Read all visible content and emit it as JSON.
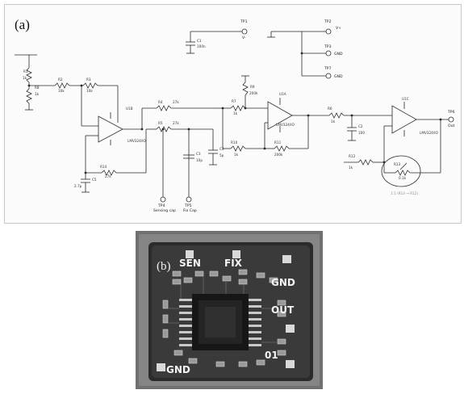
{
  "panel_a": {
    "label": "(a)",
    "test_points": [
      {
        "id": "TP1",
        "name": "V-"
      },
      {
        "id": "TP2",
        "name": "V+"
      },
      {
        "id": "TP3",
        "name": "GND"
      },
      {
        "id": "TP7",
        "name": "GND"
      },
      {
        "id": "TP4",
        "name": "Sensing cap"
      },
      {
        "id": "TP5",
        "name": "Fix Cap"
      },
      {
        "id": "TP6",
        "name": "Out"
      }
    ],
    "opamps": [
      {
        "ref": "U1B",
        "part": "LMV324/IO"
      },
      {
        "ref": "U1A",
        "part": "LMV324/IO"
      },
      {
        "ref": "U1C",
        "part": "LMV324/IO"
      }
    ],
    "resistors": [
      {
        "ref": "R1",
        "value": "1k"
      },
      {
        "ref": "R2",
        "value": "10k"
      },
      {
        "ref": "R3",
        "value": "10k"
      },
      {
        "ref": "R4",
        "value": "27k"
      },
      {
        "ref": "R5",
        "value": "27k"
      },
      {
        "ref": "R6",
        "value": "1k"
      },
      {
        "ref": "R7",
        "value": "1k"
      },
      {
        "ref": "R8",
        "value": "1k"
      },
      {
        "ref": "R9",
        "value": "200k"
      },
      {
        "ref": "R10",
        "value": "1k"
      },
      {
        "ref": "R11",
        "value": "200k"
      },
      {
        "ref": "R12",
        "value": "1k"
      },
      {
        "ref": "R13",
        "value": "0.1k"
      },
      {
        "ref": "R14",
        "value": "27k"
      }
    ],
    "capacitors": [
      {
        "ref": "C1",
        "value": "100n"
      },
      {
        "ref": "C2",
        "value": "100"
      },
      {
        "ref": "C3",
        "value": "10p"
      },
      {
        "ref": "C4",
        "value": "5p"
      },
      {
        "ref": "C5",
        "value": "2.7p"
      }
    ],
    "annotation": "1:1 (R13 → R12)"
  },
  "panel_b": {
    "label": "(b)",
    "pads": [
      "SEN",
      "FIX",
      "GND",
      "OUT",
      "GND",
      "01"
    ]
  }
}
